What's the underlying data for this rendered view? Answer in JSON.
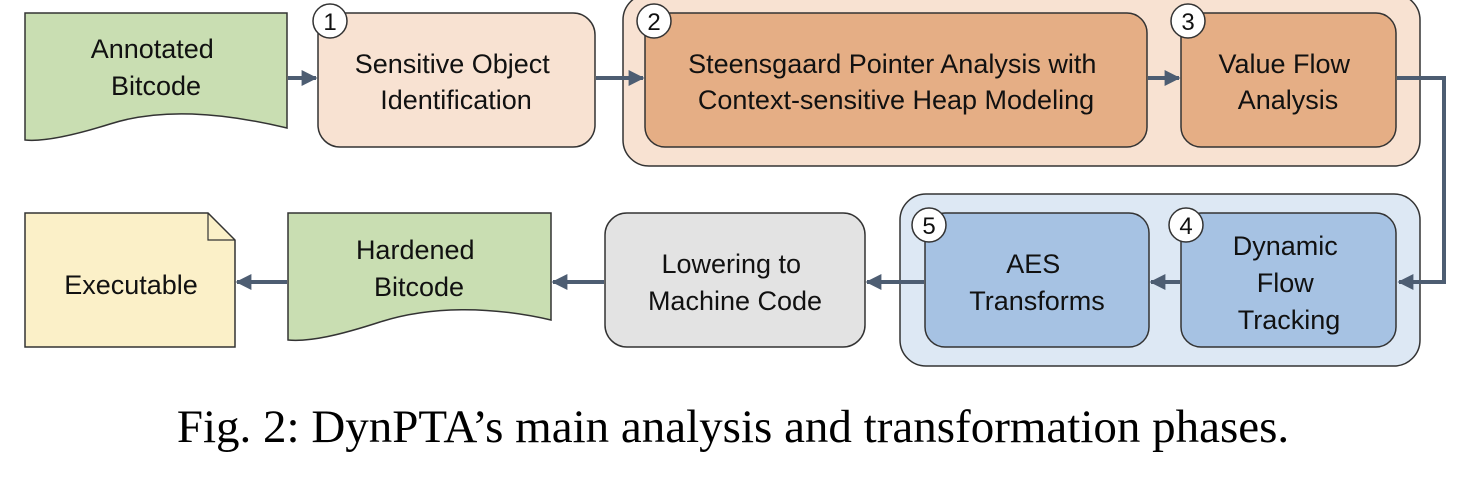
{
  "nodes": {
    "annotated_bitcode": [
      "Annotated",
      "Bitcode"
    ],
    "sensitive_object_identification": [
      "Sensitive Object",
      "Identification"
    ],
    "steensgaard_pointer_analysis": [
      "Steensgaard Pointer Analysis with",
      "Context-sensitive Heap Modeling"
    ],
    "value_flow_analysis": [
      "Value Flow",
      "Analysis"
    ],
    "dynamic_flow_tracking": [
      "Dynamic",
      "Flow",
      "Tracking"
    ],
    "aes_transforms": [
      "AES",
      "Transforms"
    ],
    "lowering_to_machine_code": [
      "Lowering to",
      "Machine Code"
    ],
    "hardened_bitcode": [
      "Hardened",
      "Bitcode"
    ],
    "executable": [
      "Executable"
    ]
  },
  "phase_numbers": {
    "sensitive_object_identification": "1",
    "steensgaard_pointer_analysis": "2",
    "value_flow_analysis": "3",
    "dynamic_flow_tracking": "4",
    "aes_transforms": "5"
  },
  "caption": "Fig. 2: DynPTA’s main analysis and transformation phases.",
  "colors": {
    "green_doc_fill": "#c9deb2",
    "light_orange_fill": "#f8e2d2",
    "orange_fill": "#e5ae85",
    "light_blue_group_fill": "#dde8f4",
    "blue_fill": "#a6c2e3",
    "gray_fill": "#e3e3e3",
    "yellow_fill": "#fbf0c8",
    "arrow": "#4d5d72",
    "outline": "#333333"
  }
}
